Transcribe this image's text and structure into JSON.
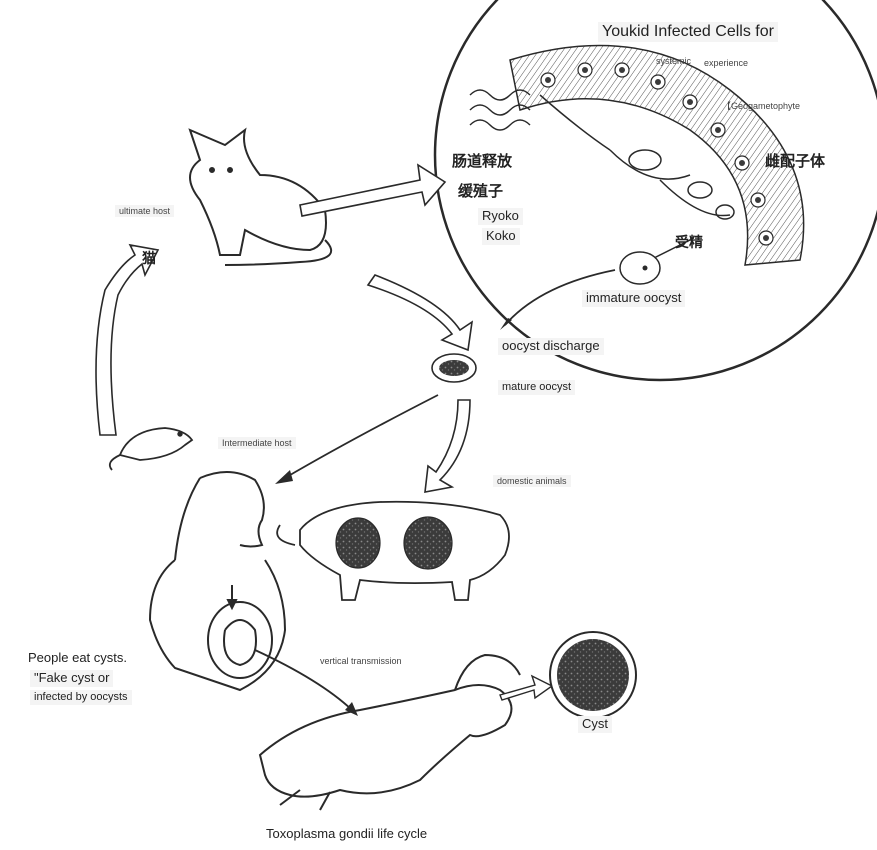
{
  "diagram": {
    "caption": "Toxoplasma gondii life cycle",
    "inset": {
      "title": "Youkid Infected Cells for",
      "systemic_label": "systemic",
      "experience_label": "experience",
      "geogametophyte_label": "【Geogametophyte",
      "cjk_release": "肠道释放",
      "cjk_zoite": "缓殖子",
      "cjk_gametocyte": "雌配子体",
      "cjk_fertilization": "受精",
      "ryoko": "Ryoko",
      "koko": "Koko",
      "immature_oocyst": "immature oocyst"
    },
    "ultimate_host": "ultimate host",
    "cat_cjk": "猫",
    "oocyst_discharge": "oocyst discharge",
    "mature_oocyst": "mature oocyst",
    "intermediate_host": "Intermediate host",
    "domestic_animals": "domestic animals",
    "people_line1": "People eat cysts.",
    "people_line2": "\"Fake cyst or",
    "people_line3": "infected by oocysts",
    "vertical_transmission": "vertical transmission",
    "cyst": "Cyst"
  },
  "colors": {
    "ink": "#2a2a2a",
    "label_bg": "#f4f4f4",
    "cyst_dark": "#3a3a3a"
  }
}
